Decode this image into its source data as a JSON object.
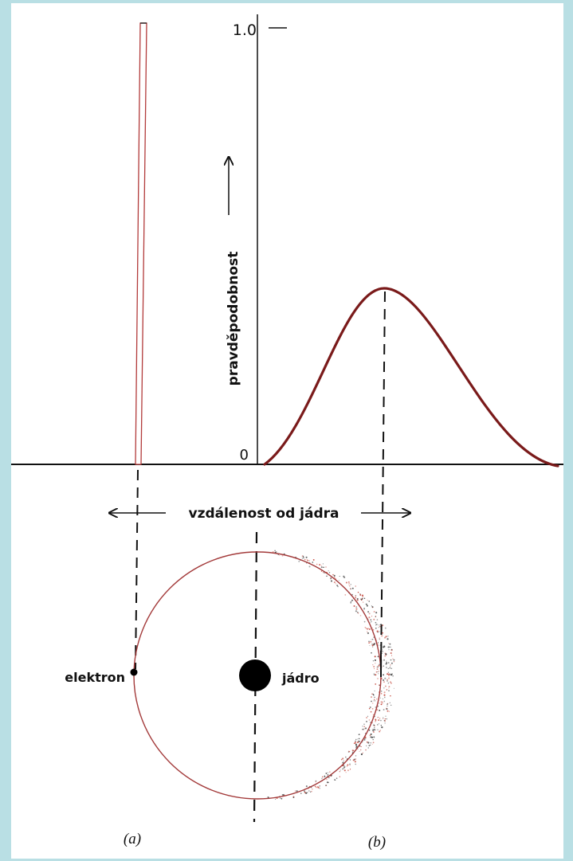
{
  "diagram": {
    "y_label": "pravděpodobnost",
    "x_label": "vzdálenost od jádra",
    "tick_top": "1.0",
    "tick_zero": "0",
    "electron_label": "elektron",
    "nucleus_label": "jádro",
    "panel_a_label": "(a)",
    "panel_b_label": "(b)"
  },
  "colors": {
    "outer_background": "#b9dfe4",
    "line": "#111111",
    "curve": "#7a1a1a",
    "bar_outline": "#b23a3a",
    "orbit": "#a33a3a",
    "stipple": "#c0392b"
  }
}
